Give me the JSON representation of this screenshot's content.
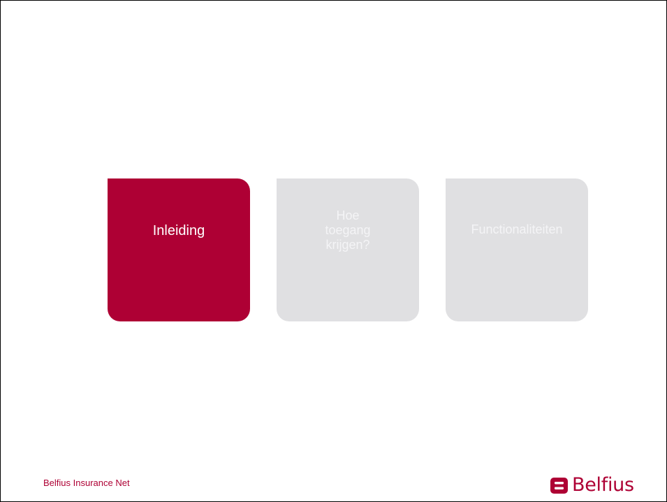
{
  "cards": [
    {
      "label": "Inleiding",
      "state": "active"
    },
    {
      "label_lines": [
        "Hoe",
        "toegang",
        "krijgen?"
      ],
      "state": "inactive"
    },
    {
      "label": "Functionaliteiten",
      "state": "inactive"
    }
  ],
  "footer": {
    "text": "Belfius Insurance Net"
  },
  "logo": {
    "text": "Belfius",
    "icon": "belfius-logo-icon"
  },
  "colors": {
    "brand": "#ae0034",
    "inactive_card": "#e0e0e2",
    "inactive_text": "#f4f4f6",
    "background": "#ffffff"
  }
}
